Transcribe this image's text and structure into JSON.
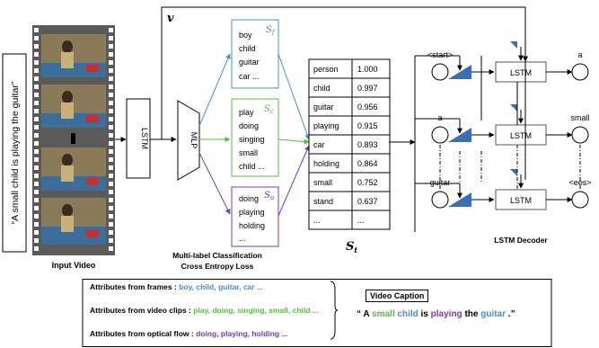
{
  "colors": {
    "frames": "#4a90c8",
    "clips": "#5cb84a",
    "flow": "#7a3ab0",
    "film": "#555555",
    "triangle": "#3a6fb8"
  },
  "diagram": {
    "vertical_caption": "“A small child is playing the guitar”",
    "input_video_label": "Input Video",
    "lstm_label": "LSTM",
    "mlp_label": "MLP",
    "v_label": "v",
    "sf_label": "S",
    "sf_sub": "f",
    "sc_label": "S",
    "sc_sub": "c",
    "so_label": "S",
    "so_sub": "o",
    "frames_words": [
      "boy",
      "child",
      "guitar",
      "car ..."
    ],
    "clips_words": [
      "play",
      "doing",
      "singing",
      "small",
      "child ..."
    ],
    "flow_words": [
      "doing",
      "playing",
      "holding",
      "..."
    ],
    "mlc_label_1": "Multi-label Classification",
    "mlc_label_2": "Cross Entropy Loss",
    "st_label": "S",
    "st_sub": "t",
    "table": [
      [
        "person",
        "1.000"
      ],
      [
        "child",
        "0.997"
      ],
      [
        "guitar",
        "0.956"
      ],
      [
        "playing",
        "0.915"
      ],
      [
        "car",
        "0.893"
      ],
      [
        "holding",
        "0.864"
      ],
      [
        "small",
        "0.752"
      ],
      [
        "stand",
        "0.637"
      ],
      [
        "...",
        "..."
      ]
    ],
    "decoder_label": "LSTM Decoder",
    "decoder_lstm": "LSTM",
    "inputs": [
      "<start>",
      "a",
      "guitar"
    ],
    "outputs": [
      "a",
      "small",
      "<eos>"
    ]
  },
  "legend": {
    "frames_label": "Attributes  from  frames : ",
    "frames_vals": "boy, child, guitar, car ...",
    "clips_label": "Attributes  from  video clips : ",
    "clips_vals": "play, doing, singing, small, child ...",
    "flow_label": "Attributes  from  optical flow : ",
    "flow_vals": "doing, playing, holding ...",
    "caption_title": "Video Caption",
    "cap_open": "“ A ",
    "cap_small": "small",
    "cap_child": "child",
    "cap_is": " is ",
    "cap_playing": "playing",
    "cap_the": " the ",
    "cap_guitar": "guitar",
    "cap_close": " .”"
  }
}
